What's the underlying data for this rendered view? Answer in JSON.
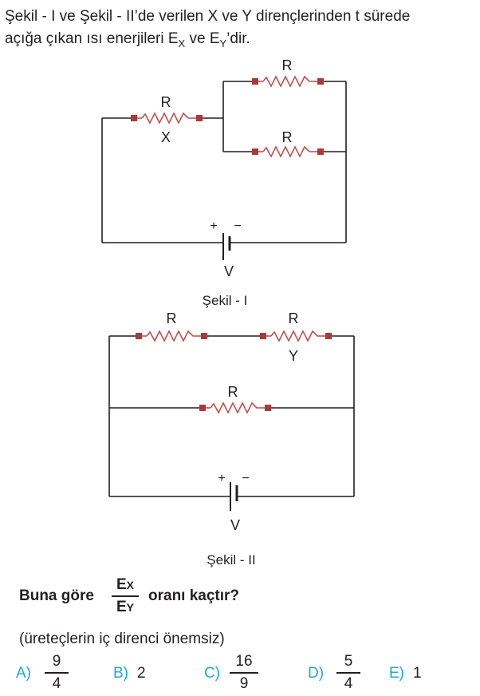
{
  "intro": {
    "line1": "Şekil - I ve Şekil - II’de verilen X ve Y dirençlerinden t sürede",
    "line2_prefix": "açığa çıkan ısı enerjileri E",
    "sub_x": "X",
    "line2_mid": " ve E",
    "sub_y": "Y",
    "line2_suffix": "’dir."
  },
  "figure1": {
    "resistor_label": "R",
    "x_label": "X",
    "plus": "+",
    "minus": "−",
    "voltage": "V",
    "caption": "Şekil - I"
  },
  "figure2": {
    "resistor_label": "R",
    "y_label": "Y",
    "plus": "+",
    "minus": "−",
    "voltage": "V",
    "caption": "Şekil - II"
  },
  "question": {
    "prefix": "Buna göre",
    "frac_num": "E",
    "frac_num_sub": "X",
    "frac_den": "E",
    "frac_den_sub": "Y",
    "suffix": "oranı kaçtır?",
    "note": "(üreteçlerin iç direnci önemsiz)"
  },
  "options": {
    "a_letter": "A)",
    "a_num": "9",
    "a_den": "4",
    "b_letter": "B)",
    "b_value": "2",
    "c_letter": "C)",
    "c_num": "16",
    "c_den": "9",
    "d_letter": "D)",
    "d_num": "5",
    "d_den": "4",
    "e_letter": "E)",
    "e_value": "1"
  },
  "colors": {
    "wire": "#231f20",
    "resistor": "#c0504d",
    "resistor_terminal": "#a83a3a",
    "option_letter": "#1ba9e1"
  }
}
